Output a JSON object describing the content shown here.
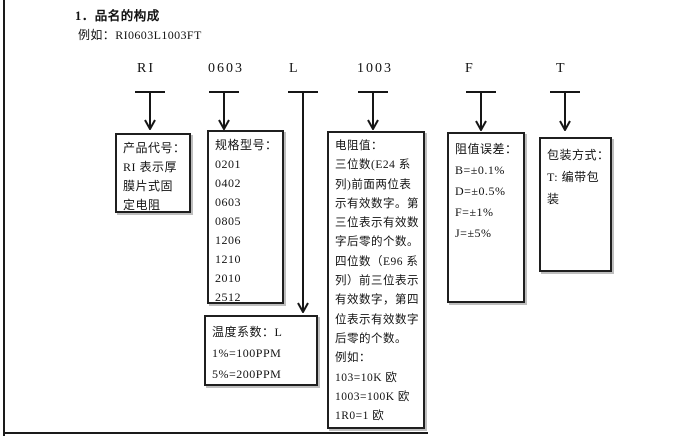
{
  "page": {
    "title": "1．品名的构成",
    "example": "例如：RI0603L1003FT"
  },
  "segments": [
    "RI",
    "0603",
    "L",
    "1003",
    "F",
    "T"
  ],
  "boxes": {
    "product_code": {
      "lines": [
        "产品代号：",
        "RI 表示厚",
        "膜片式固",
        "定电阻"
      ]
    },
    "size_code": {
      "lines": [
        "规格型号：",
        "0201",
        "0402",
        "0603",
        "0805",
        "1206",
        "1210",
        "2010",
        "2512"
      ]
    },
    "temperature_coefficient": {
      "lines": [
        "温度系数：L",
        "1%=100PPM",
        "5%=200PPM"
      ]
    },
    "resistance_value": {
      "lines": [
        "电阻值：",
        "三位数(E24 系",
        "列)前面两位表",
        "示有效数字。第",
        "三位表示有效数",
        "字后零的个数。",
        "四位数（E96 系",
        "列）前三位表示",
        "有效数字，第四",
        "位表示有效数字",
        "后零的个数。",
        "例如：",
        "103=10K 欧",
        "1003=100K 欧",
        "1R0=1 欧"
      ]
    },
    "tolerance": {
      "lines": [
        "阻值误差：",
        "B=±0.1%",
        "D=±0.5%",
        "F=±1%",
        "J=±5%"
      ]
    },
    "packaging": {
      "lines": [
        "包装方式：",
        "T: 编带包",
        "装"
      ]
    }
  },
  "colors": {
    "ink": "#121212",
    "box_border": "#1f1f1f",
    "page_background": "#ffffff"
  }
}
